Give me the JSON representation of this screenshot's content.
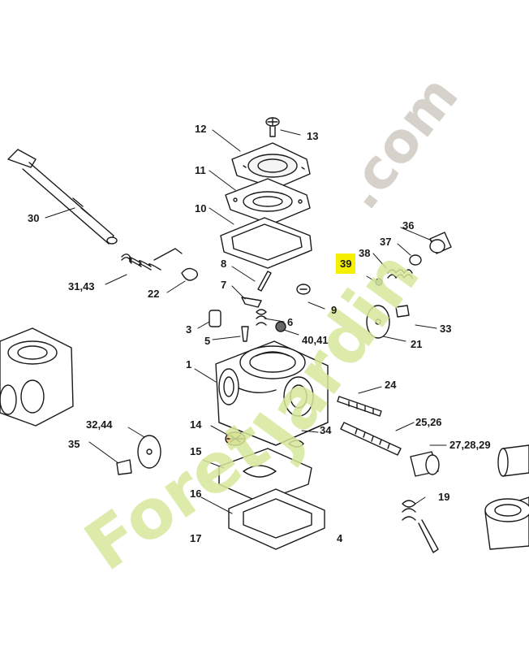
{
  "diagram": {
    "highlight_color": "#f5f000",
    "callouts": [
      {
        "id": "12",
        "text": "12"
      },
      {
        "id": "13",
        "text": "13"
      },
      {
        "id": "11",
        "text": "11"
      },
      {
        "id": "10",
        "text": "10"
      },
      {
        "id": "30",
        "text": "30"
      },
      {
        "id": "36",
        "text": "36"
      },
      {
        "id": "37",
        "text": "37"
      },
      {
        "id": "38",
        "text": "38"
      },
      {
        "id": "39",
        "text": "39",
        "highlighted": true
      },
      {
        "id": "8",
        "text": "8"
      },
      {
        "id": "31_43",
        "text": "31,43"
      },
      {
        "id": "22",
        "text": "22"
      },
      {
        "id": "7",
        "text": "7"
      },
      {
        "id": "9",
        "text": "9"
      },
      {
        "id": "33",
        "text": "33"
      },
      {
        "id": "3",
        "text": "3"
      },
      {
        "id": "6",
        "text": "6"
      },
      {
        "id": "5",
        "text": "5"
      },
      {
        "id": "40_41",
        "text": "40,41"
      },
      {
        "id": "21",
        "text": "21"
      },
      {
        "id": "1",
        "text": "1"
      },
      {
        "id": "24",
        "text": "24"
      },
      {
        "id": "32_44",
        "text": "32,44"
      },
      {
        "id": "14",
        "text": "14"
      },
      {
        "id": "34",
        "text": "34"
      },
      {
        "id": "25_26",
        "text": "25,26"
      },
      {
        "id": "35",
        "text": "35"
      },
      {
        "id": "27_28_29",
        "text": "27,28,29"
      },
      {
        "id": "15",
        "text": "15"
      },
      {
        "id": "16",
        "text": "16"
      },
      {
        "id": "19",
        "text": "19"
      },
      {
        "id": "17",
        "text": "17"
      },
      {
        "id": "4",
        "text": "4"
      }
    ]
  },
  "watermark": {
    "part1": "Foret",
    "part2": "Jardin",
    "part3": ".com",
    "green_color": "#d6e89a",
    "gray_color": "#cfcac2"
  }
}
